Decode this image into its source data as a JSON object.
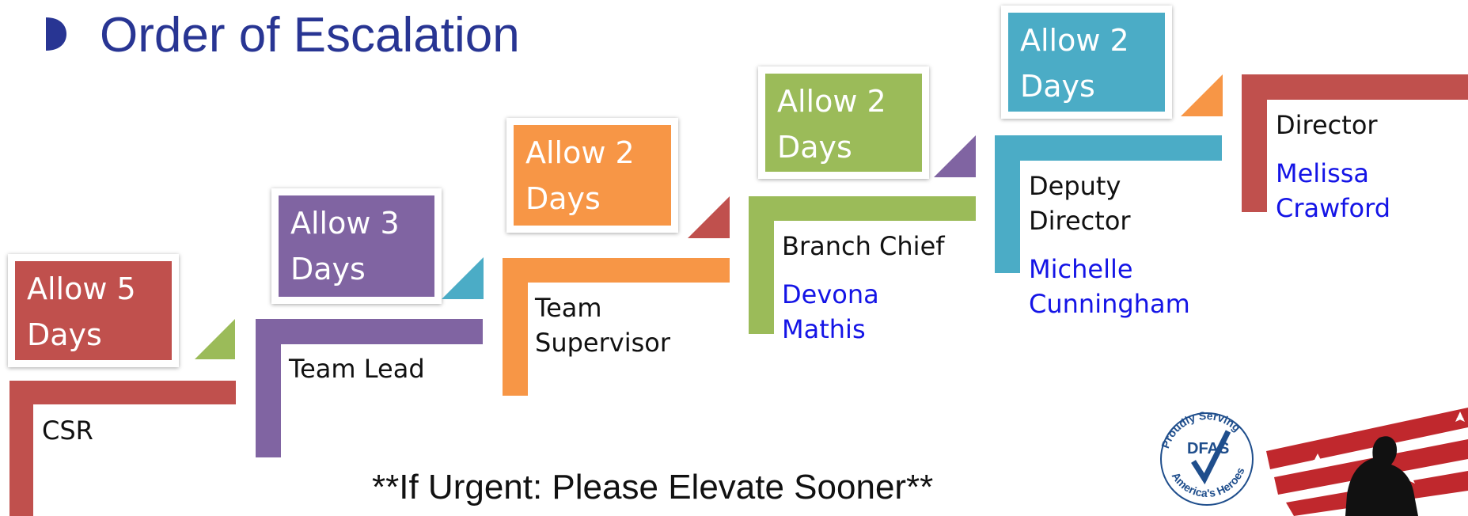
{
  "page": {
    "title": "Order of Escalation"
  },
  "steps": [
    {
      "role": "CSR",
      "person": "",
      "days": "Allow 5 Days",
      "color": "#c0504d"
    },
    {
      "role": "Team Lead",
      "person": "",
      "days": "Allow 3 Days",
      "color": "#8064a2"
    },
    {
      "role": "Team Supervisor",
      "person": "",
      "days": "Allow 2 Days",
      "color": "#f79646"
    },
    {
      "role": "Branch Chief",
      "person": "Devona Mathis",
      "days": "Allow 2 Days",
      "color": "#9bbb59"
    },
    {
      "role": "Deputy Director",
      "person": "Michelle Cunningham",
      "days": "Allow 2 Days",
      "color": "#4bacc6"
    },
    {
      "role": "Director",
      "person": "Melissa Crawford",
      "days": "",
      "color": "#c0504d"
    }
  ],
  "footer": {
    "urgent_note": "**If Urgent: Please Elevate Sooner**"
  },
  "logo": {
    "text": "Proudly Serving America's Heroes",
    "mark": "DFAS",
    "icon": "dfas-logo"
  },
  "colors": {
    "title": "#283593",
    "person_name": "#1414e6",
    "bullet": "#283593"
  }
}
